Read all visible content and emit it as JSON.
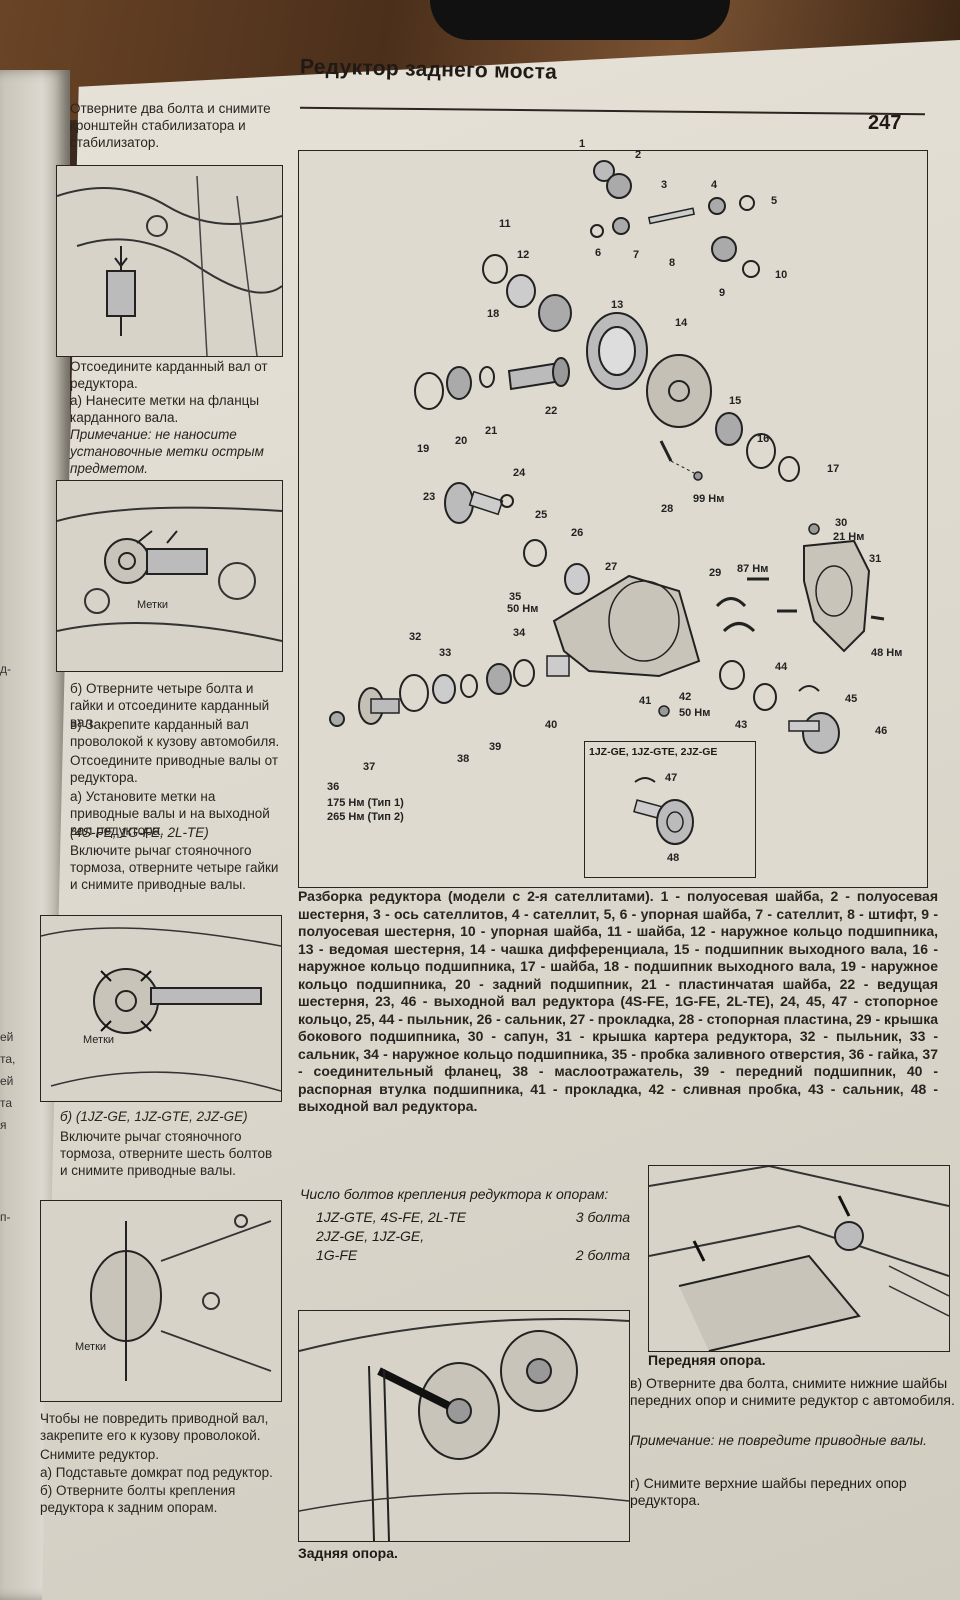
{
  "page": {
    "title": "Редуктор заднего моста",
    "number": "247"
  },
  "left_page_fragments": [
    "д-",
    "ей",
    "та,",
    "ей",
    "та",
    "я",
    "п-"
  ],
  "left_column": {
    "p1": "Отверните два болта и снимите кронштейн стабилизатора и стабилизатор.",
    "p2": "Отсоедините карданный вал от редуктора.",
    "p3": "а) Нанесите метки на фланцы карданного вала.",
    "p4": "Примечание: не наносите установочные метки острым предметом.",
    "fig2_marks": "Метки",
    "p5": "б) Отверните четыре болта и гайки и отсоедините карданный вал.",
    "p6": "в) Закрепите карданный вал проволокой к кузову автомобиля.",
    "p7": "Отсоедините приводные валы от редуктора.",
    "p8": "а) Установите метки на приводные валы и на выходной вал редуктора.",
    "p9": "(4S-FE, 1G-FE, 2L-TE)",
    "p10": "Включите рычаг стояночного тормоза, отверните четыре гайки и снимите приводные валы.",
    "fig3_marks": "Метки",
    "p11": "б) (1JZ-GE, 1JZ-GTE, 2JZ-GE)",
    "p12": "Включите рычаг стояночного тормоза, отверните шесть болтов и снимите приводные валы.",
    "fig4_marks": "Метки",
    "p13": "Чтобы не повредить приводной вал, закрепите его к кузову проволокой.",
    "p14": "Снимите редуктор.",
    "p15": "а) Подставьте домкрат под редуктор.",
    "p16": "б) Отверните болты крепления редуктора к задним опорам."
  },
  "diagram": {
    "parts": [
      {
        "n": "1"
      },
      {
        "n": "2"
      },
      {
        "n": "3"
      },
      {
        "n": "4"
      },
      {
        "n": "5"
      },
      {
        "n": "6"
      },
      {
        "n": "7"
      },
      {
        "n": "8"
      },
      {
        "n": "9"
      },
      {
        "n": "10"
      },
      {
        "n": "11"
      },
      {
        "n": "12"
      },
      {
        "n": "13"
      },
      {
        "n": "14"
      },
      {
        "n": "15"
      },
      {
        "n": "16"
      },
      {
        "n": "17"
      },
      {
        "n": "18"
      },
      {
        "n": "19"
      },
      {
        "n": "20"
      },
      {
        "n": "21"
      },
      {
        "n": "22"
      },
      {
        "n": "23"
      },
      {
        "n": "24"
      },
      {
        "n": "25"
      },
      {
        "n": "26"
      },
      {
        "n": "27"
      },
      {
        "n": "28"
      },
      {
        "n": "29"
      },
      {
        "n": "30"
      },
      {
        "n": "31"
      },
      {
        "n": "32"
      },
      {
        "n": "33"
      },
      {
        "n": "34"
      },
      {
        "n": "35"
      },
      {
        "n": "36"
      },
      {
        "n": "37"
      },
      {
        "n": "38"
      },
      {
        "n": "39"
      },
      {
        "n": "40"
      },
      {
        "n": "41"
      },
      {
        "n": "42"
      },
      {
        "n": "43"
      },
      {
        "n": "44"
      },
      {
        "n": "45"
      },
      {
        "n": "46"
      },
      {
        "n": "47"
      },
      {
        "n": "48"
      }
    ],
    "torques": {
      "t99": "99 Нм",
      "t21": "21 Нм",
      "t87": "87 Нм",
      "t48": "48 Нм",
      "t50a": "50 Нм",
      "t50b": "50 Нм",
      "t175": "175 Нм (Тип 1)",
      "t265": "265 Нм (Тип 2)"
    },
    "inset_title": "1JZ-GE, 1JZ-GTE, 2JZ-GE"
  },
  "caption": "Разборка редуктора (модели с 2-я сателлитами). 1 - полуосевая шайба, 2 - полуосевая шестерня, 3 - ось сателлитов, 4 - сателлит, 5, 6 - упорная шайба, 7 - сателлит, 8 - штифт, 9 - полуосевая шестерня, 10 - упорная шайба, 11 - шайба, 12 - наружное кольцо подшипника, 13 - ведомая шестерня, 14 - чашка дифференциала, 15 - подшипник выходного вала, 16 - наружное кольцо подшипника, 17 - шайба, 18 - подшипник выходного вала, 19 - наружное кольцо подшипника, 20 - задний подшипник, 21 - пластинчатая шайба, 22 - ведущая шестерня, 23, 46 - выходной вал редуктора (4S-FE, 1G-FE, 2L-TE), 24, 45, 47 - стопорное кольцо, 25, 44 - пыльник, 26 - сальник, 27 - прокладка, 28 - стопорная пластина, 29 - крышка бокового подшипника, 30 - сапун, 31 - крышка картера редуктора, 32 - пыльник, 33 - сальник, 34 - наружное кольцо подшипника, 35 - пробка заливного отверстия, 36 - гайка, 37 - соединительный фланец, 38 - маслоотражатель, 39 - передний подшипник, 40 - распорная втулка подшипника, 41 - прокладка, 42 - сливная пробка, 43 - сальник, 48 - выходной вал редуктора.",
  "bolts": {
    "title": "Число болтов крепления редуктора к опорам:",
    "row1_models": "1JZ-GTE, 4S-FE, 2L-TE",
    "row1_count": "3 болта",
    "row2_models_a": "2JZ-GE, 1JZ-GE,",
    "row2_models_b": "1G-FE",
    "row2_count": "2 болта"
  },
  "front_support_label": "Передняя опора.",
  "rear_support_label": "Задняя опора.",
  "right_text": {
    "v": "в) Отверните два болта, снимите нижние шайбы передних опор и снимите редуктор с автомобиля.",
    "note": "Примечание: не повредите приводные валы.",
    "g": "г) Снимите верхние шайбы передних опор редуктора."
  }
}
